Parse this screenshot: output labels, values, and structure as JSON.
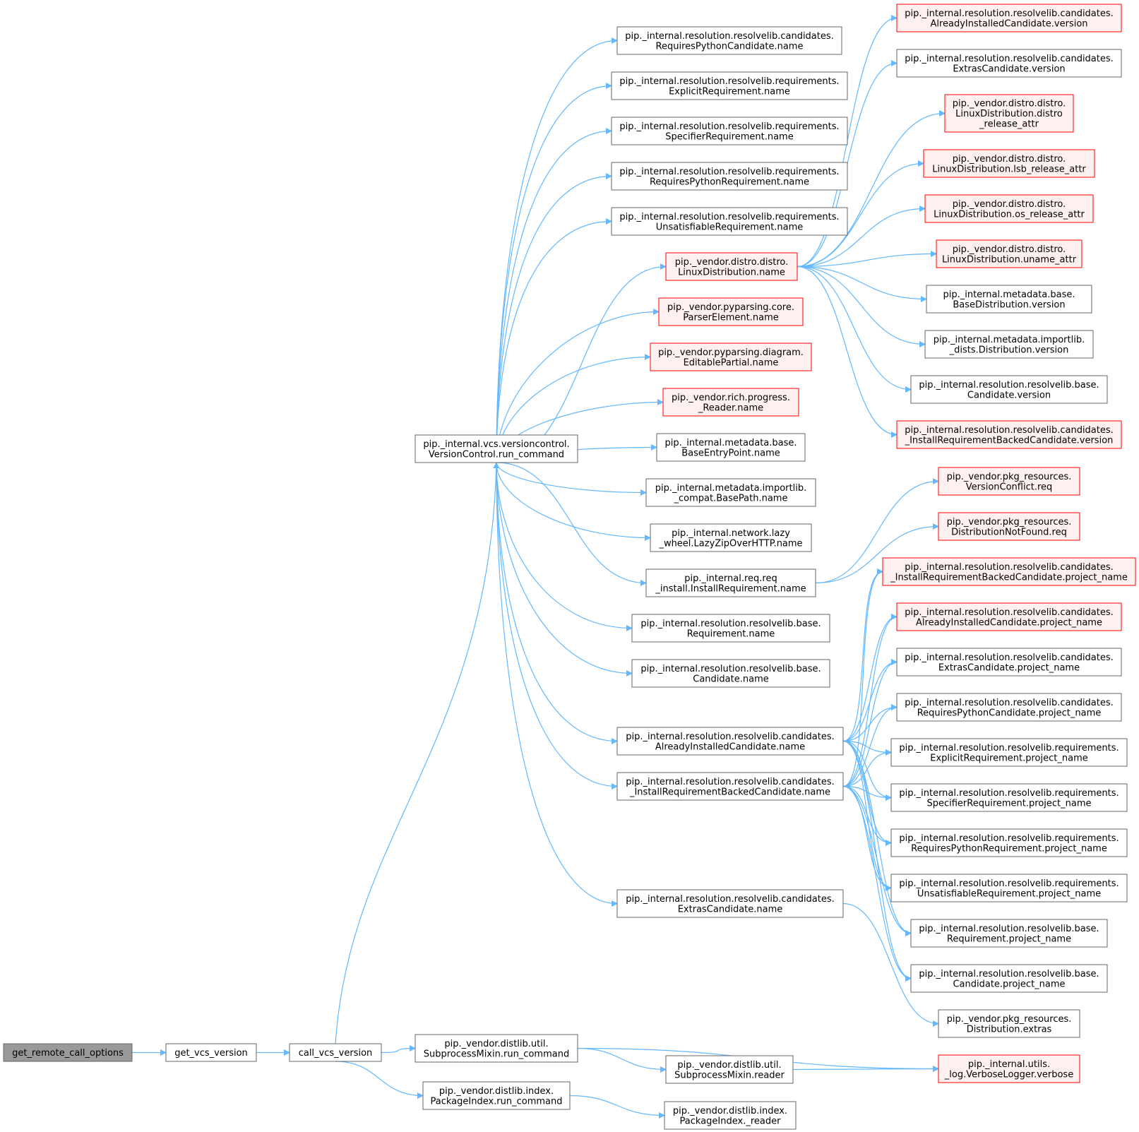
{
  "colors": {
    "edge": "#63b8ff",
    "node_border": "#666666",
    "node_fill": "#ffffff",
    "red_border": "#ff0000",
    "red_fill": "#fff0f0",
    "root_fill": "#999999",
    "root_border": "#666666"
  },
  "nodes": [
    {
      "id": "root",
      "style": "root",
      "lines": [
        "get_remote_call_options"
      ]
    },
    {
      "id": "gvv",
      "style": "normal",
      "lines": [
        "get_vcs_version"
      ]
    },
    {
      "id": "cvv",
      "style": "normal",
      "lines": [
        "call_vcs_version"
      ]
    },
    {
      "id": "vcrun",
      "style": "normal",
      "lines": [
        "pip._internal.vcs.versioncontrol.",
        "VersionControl.run_command"
      ]
    },
    {
      "id": "sprun",
      "style": "normal",
      "lines": [
        "pip._vendor.distlib.util.",
        "SubprocessMixin.run_command"
      ]
    },
    {
      "id": "pirun",
      "style": "normal",
      "lines": [
        "pip._vendor.distlib.index.",
        "PackageIndex.run_command"
      ]
    },
    {
      "id": "n_rpc",
      "style": "normal",
      "lines": [
        "pip._internal.resolution.resolvelib.candidates.",
        "RequiresPythonCandidate.name"
      ]
    },
    {
      "id": "n_er",
      "style": "normal",
      "lines": [
        "pip._internal.resolution.resolvelib.requirements.",
        "ExplicitRequirement.name"
      ]
    },
    {
      "id": "n_sr",
      "style": "normal",
      "lines": [
        "pip._internal.resolution.resolvelib.requirements.",
        "SpecifierRequirement.name"
      ]
    },
    {
      "id": "n_rpr",
      "style": "normal",
      "lines": [
        "pip._internal.resolution.resolvelib.requirements.",
        "RequiresPythonRequirement.name"
      ]
    },
    {
      "id": "n_ur",
      "style": "normal",
      "lines": [
        "pip._internal.resolution.resolvelib.requirements.",
        "UnsatisfiableRequirement.name"
      ]
    },
    {
      "id": "n_ld",
      "style": "red",
      "lines": [
        "pip._vendor.distro.distro.",
        "LinuxDistribution.name"
      ]
    },
    {
      "id": "n_pe",
      "style": "red",
      "lines": [
        "pip._vendor.pyparsing.core.",
        "ParserElement.name"
      ]
    },
    {
      "id": "n_ep",
      "style": "red",
      "lines": [
        "pip._vendor.pyparsing.diagram.",
        "EditablePartial.name"
      ]
    },
    {
      "id": "n_rr",
      "style": "red",
      "lines": [
        "pip._vendor.rich.progress.",
        "_Reader.name"
      ]
    },
    {
      "id": "n_bep",
      "style": "normal",
      "lines": [
        "pip._internal.metadata.base.",
        "BaseEntryPoint.name"
      ]
    },
    {
      "id": "n_bp",
      "style": "normal",
      "lines": [
        "pip._internal.metadata.importlib.",
        "_compat.BasePath.name"
      ]
    },
    {
      "id": "n_lz",
      "style": "normal",
      "lines": [
        "pip._internal.network.lazy",
        "_wheel.LazyZipOverHTTP.name"
      ]
    },
    {
      "id": "n_ir",
      "style": "normal",
      "lines": [
        "pip._internal.req.req",
        "_install.InstallRequirement.name"
      ]
    },
    {
      "id": "n_brq",
      "style": "normal",
      "lines": [
        "pip._internal.resolution.resolvelib.base.",
        "Requirement.name"
      ]
    },
    {
      "id": "n_bc",
      "style": "normal",
      "lines": [
        "pip._internal.resolution.resolvelib.base.",
        "Candidate.name"
      ]
    },
    {
      "id": "n_aic",
      "style": "normal",
      "lines": [
        "pip._internal.resolution.resolvelib.candidates.",
        "AlreadyInstalledCandidate.name"
      ]
    },
    {
      "id": "n_irbc",
      "style": "normal",
      "lines": [
        "pip._internal.resolution.resolvelib.candidates.",
        "_InstallRequirementBackedCandidate.name"
      ]
    },
    {
      "id": "n_ec",
      "style": "normal",
      "lines": [
        "pip._internal.resolution.resolvelib.candidates.",
        "ExtrasCandidate.name"
      ]
    },
    {
      "id": "spreader",
      "style": "normal",
      "lines": [
        "pip._vendor.distlib.util.",
        "SubprocessMixin.reader"
      ]
    },
    {
      "id": "pireader",
      "style": "normal",
      "lines": [
        "pip._vendor.distlib.index.",
        "PackageIndex._reader"
      ]
    },
    {
      "id": "v_aic",
      "style": "red",
      "lines": [
        "pip._internal.resolution.resolvelib.candidates.",
        "AlreadyInstalledCandidate.version"
      ]
    },
    {
      "id": "v_ec",
      "style": "normal",
      "lines": [
        "pip._internal.resolution.resolvelib.candidates.",
        "ExtrasCandidate.version"
      ]
    },
    {
      "id": "v_dra",
      "style": "red",
      "lines": [
        "pip._vendor.distro.distro.",
        "LinuxDistribution.distro",
        "_release_attr"
      ]
    },
    {
      "id": "v_lsb",
      "style": "red",
      "lines": [
        "pip._vendor.distro.distro.",
        "LinuxDistribution.lsb_release_attr"
      ]
    },
    {
      "id": "v_os",
      "style": "red",
      "lines": [
        "pip._vendor.distro.distro.",
        "LinuxDistribution.os_release_attr"
      ]
    },
    {
      "id": "v_un",
      "style": "red",
      "lines": [
        "pip._vendor.distro.distro.",
        "LinuxDistribution.uname_attr"
      ]
    },
    {
      "id": "v_bd",
      "style": "normal",
      "lines": [
        "pip._internal.metadata.base.",
        "BaseDistribution.version"
      ]
    },
    {
      "id": "v_imd",
      "style": "normal",
      "lines": [
        "pip._internal.metadata.importlib.",
        "_dists.Distribution.version"
      ]
    },
    {
      "id": "v_bc",
      "style": "normal",
      "lines": [
        "pip._internal.resolution.resolvelib.base.",
        "Candidate.version"
      ]
    },
    {
      "id": "v_irbc",
      "style": "red",
      "lines": [
        "pip._internal.resolution.resolvelib.candidates.",
        "_InstallRequirementBackedCandidate.version"
      ]
    },
    {
      "id": "r_vc",
      "style": "red",
      "lines": [
        "pip._vendor.pkg_resources.",
        "VersionConflict.req"
      ]
    },
    {
      "id": "r_dnf",
      "style": "red",
      "lines": [
        "pip._vendor.pkg_resources.",
        "DistributionNotFound.req"
      ]
    },
    {
      "id": "p_irbc",
      "style": "red",
      "lines": [
        "pip._internal.resolution.resolvelib.candidates.",
        "_InstallRequirementBackedCandidate.project_name"
      ]
    },
    {
      "id": "p_aic",
      "style": "red",
      "lines": [
        "pip._internal.resolution.resolvelib.candidates.",
        "AlreadyInstalledCandidate.project_name"
      ]
    },
    {
      "id": "p_ec",
      "style": "normal",
      "lines": [
        "pip._internal.resolution.resolvelib.candidates.",
        "ExtrasCandidate.project_name"
      ]
    },
    {
      "id": "p_rpc",
      "style": "normal",
      "lines": [
        "pip._internal.resolution.resolvelib.candidates.",
        "RequiresPythonCandidate.project_name"
      ]
    },
    {
      "id": "p_er",
      "style": "normal",
      "lines": [
        "pip._internal.resolution.resolvelib.requirements.",
        "ExplicitRequirement.project_name"
      ]
    },
    {
      "id": "p_sr",
      "style": "normal",
      "lines": [
        "pip._internal.resolution.resolvelib.requirements.",
        "SpecifierRequirement.project_name"
      ]
    },
    {
      "id": "p_rpr",
      "style": "normal",
      "lines": [
        "pip._internal.resolution.resolvelib.requirements.",
        "RequiresPythonRequirement.project_name"
      ]
    },
    {
      "id": "p_ur",
      "style": "normal",
      "lines": [
        "pip._internal.resolution.resolvelib.requirements.",
        "UnsatisfiableRequirement.project_name"
      ]
    },
    {
      "id": "p_brq",
      "style": "normal",
      "lines": [
        "pip._internal.resolution.resolvelib.base.",
        "Requirement.project_name"
      ]
    },
    {
      "id": "p_bc",
      "style": "normal",
      "lines": [
        "pip._internal.resolution.resolvelib.base.",
        "Candidate.project_name"
      ]
    },
    {
      "id": "x_dist",
      "style": "normal",
      "lines": [
        "pip._vendor.pkg_resources.",
        "Distribution.extras"
      ]
    },
    {
      "id": "x_verb",
      "style": "red",
      "lines": [
        "pip._internal.utils.",
        "_log.VerboseLogger.verbose"
      ]
    }
  ],
  "edges": [
    [
      "root",
      "gvv"
    ],
    [
      "gvv",
      "cvv"
    ],
    [
      "cvv",
      "vcrun"
    ],
    [
      "cvv",
      "sprun"
    ],
    [
      "cvv",
      "pirun"
    ],
    [
      "vcrun",
      "n_rpc"
    ],
    [
      "vcrun",
      "n_er"
    ],
    [
      "vcrun",
      "n_sr"
    ],
    [
      "vcrun",
      "n_rpr"
    ],
    [
      "vcrun",
      "n_ur"
    ],
    [
      "vcrun",
      "n_ld"
    ],
    [
      "vcrun",
      "n_pe"
    ],
    [
      "vcrun",
      "n_ep"
    ],
    [
      "vcrun",
      "n_rr"
    ],
    [
      "vcrun",
      "n_bep"
    ],
    [
      "vcrun",
      "n_bp"
    ],
    [
      "vcrun",
      "n_lz"
    ],
    [
      "vcrun",
      "n_ir"
    ],
    [
      "vcrun",
      "n_brq"
    ],
    [
      "vcrun",
      "n_bc"
    ],
    [
      "vcrun",
      "n_aic"
    ],
    [
      "vcrun",
      "n_irbc"
    ],
    [
      "vcrun",
      "n_ec"
    ],
    [
      "sprun",
      "spreader"
    ],
    [
      "sprun",
      "x_verb"
    ],
    [
      "spreader",
      "x_verb"
    ],
    [
      "pirun",
      "pireader"
    ],
    [
      "n_ld",
      "v_aic"
    ],
    [
      "n_ld",
      "v_ec"
    ],
    [
      "n_ld",
      "v_dra"
    ],
    [
      "n_ld",
      "v_lsb"
    ],
    [
      "n_ld",
      "v_os"
    ],
    [
      "n_ld",
      "v_un"
    ],
    [
      "n_ld",
      "v_bd"
    ],
    [
      "n_ld",
      "v_imd"
    ],
    [
      "n_ld",
      "v_bc"
    ],
    [
      "n_ld",
      "v_irbc"
    ],
    [
      "n_ir",
      "r_vc"
    ],
    [
      "n_ir",
      "r_dnf"
    ],
    [
      "n_aic",
      "p_irbc"
    ],
    [
      "n_aic",
      "p_aic"
    ],
    [
      "n_aic",
      "p_ec"
    ],
    [
      "n_aic",
      "p_rpc"
    ],
    [
      "n_aic",
      "p_er"
    ],
    [
      "n_aic",
      "p_sr"
    ],
    [
      "n_aic",
      "p_rpr"
    ],
    [
      "n_aic",
      "p_ur"
    ],
    [
      "n_aic",
      "p_brq"
    ],
    [
      "n_aic",
      "p_bc"
    ],
    [
      "n_irbc",
      "p_irbc"
    ],
    [
      "n_irbc",
      "p_aic"
    ],
    [
      "n_irbc",
      "p_ec"
    ],
    [
      "n_irbc",
      "p_rpc"
    ],
    [
      "n_irbc",
      "p_er"
    ],
    [
      "n_irbc",
      "p_sr"
    ],
    [
      "n_irbc",
      "p_rpr"
    ],
    [
      "n_irbc",
      "p_ur"
    ],
    [
      "n_irbc",
      "p_brq"
    ],
    [
      "n_irbc",
      "p_bc"
    ],
    [
      "n_ec",
      "x_dist"
    ]
  ]
}
